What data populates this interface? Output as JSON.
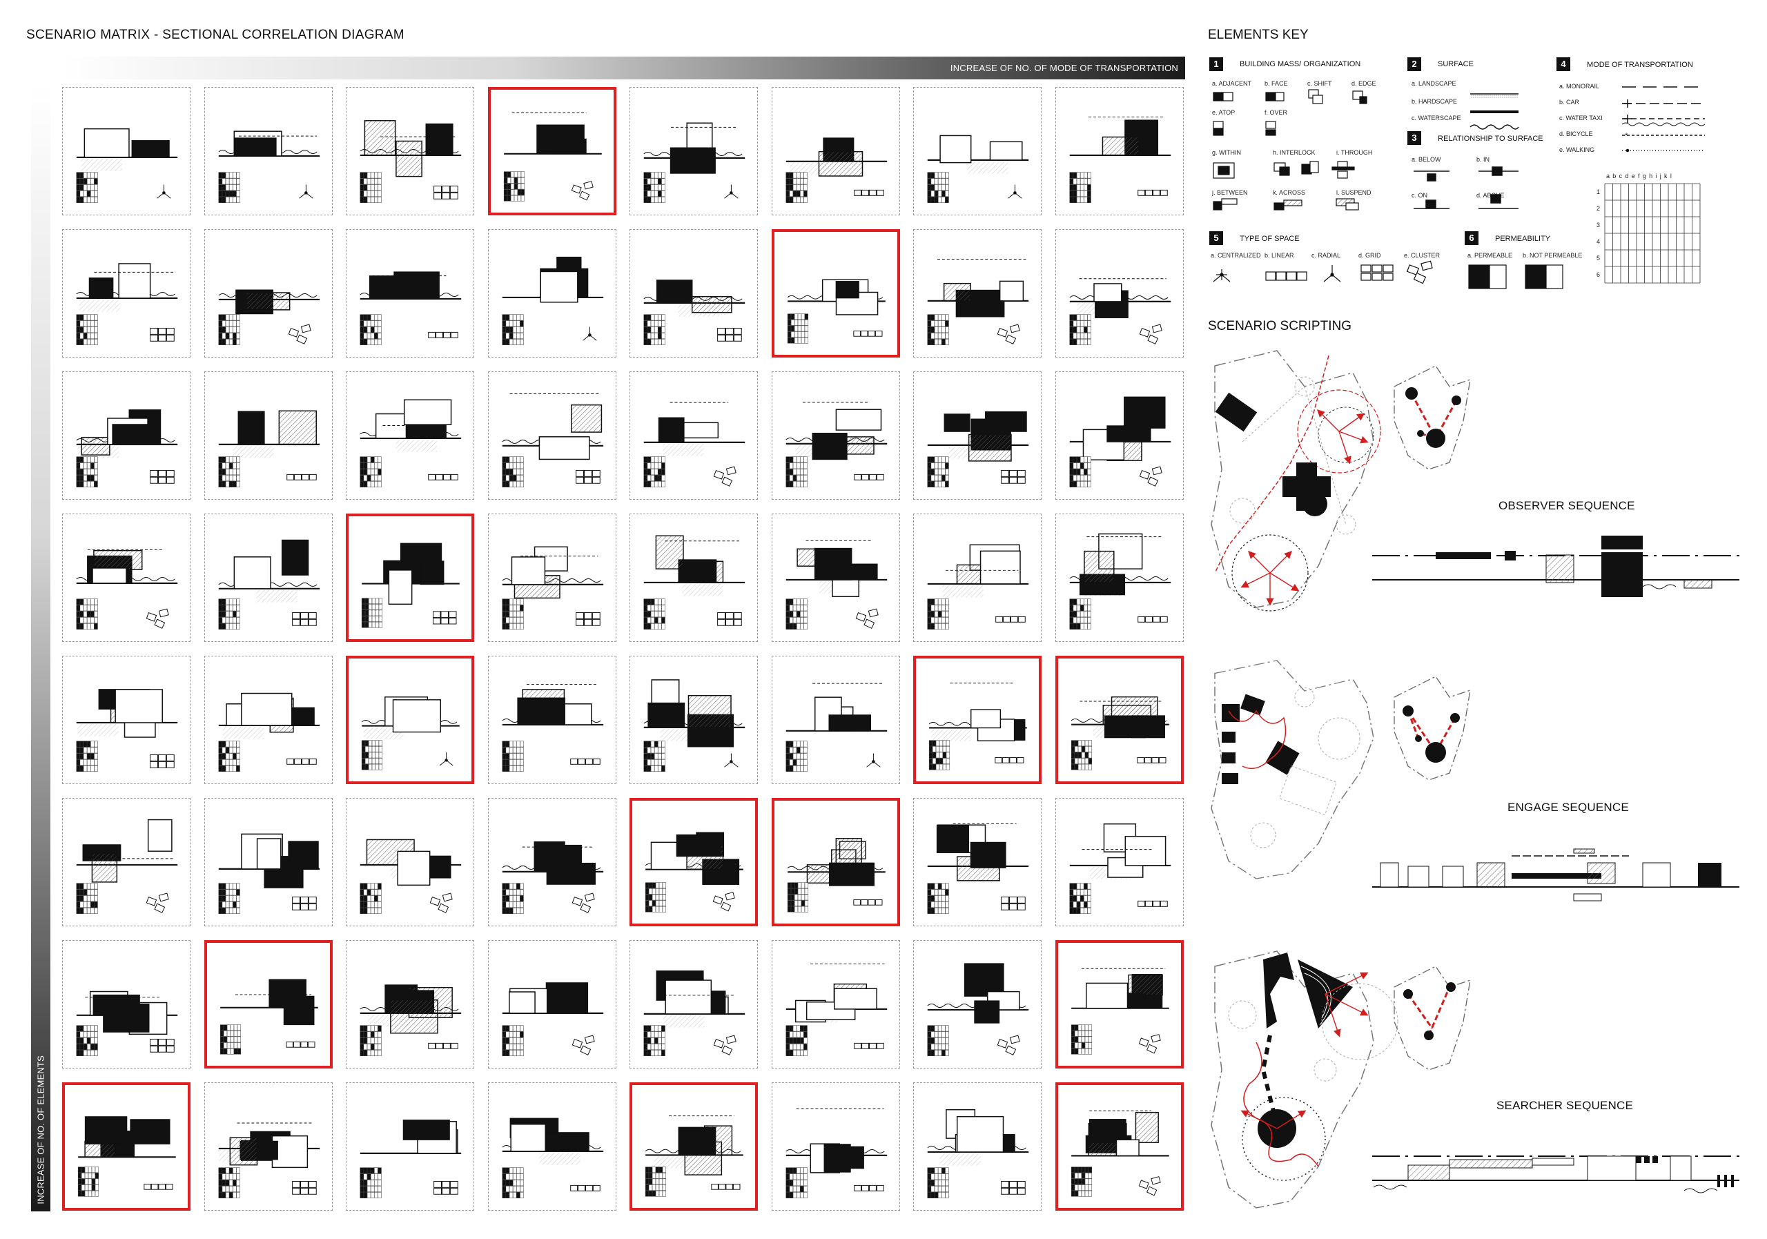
{
  "page_title": "SCENARIO MATRIX - SECTIONAL CORRELATION DIAGRAM",
  "x_axis_label": "INCREASE OF NO. OF MODE OF TRANSPORTATION",
  "y_axis_label": "INCREASE OF NO. OF ELEMENTS",
  "matrix": {
    "rows": 8,
    "cols": 8,
    "highlight_color": "#e02020",
    "selected_cells": [
      [
        0,
        3
      ],
      [
        1,
        5
      ],
      [
        3,
        2
      ],
      [
        4,
        2
      ],
      [
        4,
        6
      ],
      [
        4,
        7
      ],
      [
        5,
        4
      ],
      [
        5,
        5
      ],
      [
        6,
        1
      ],
      [
        6,
        7
      ],
      [
        7,
        0
      ],
      [
        7,
        4
      ],
      [
        7,
        7
      ]
    ]
  },
  "elements_key": {
    "title": "ELEMENTS KEY",
    "sections": [
      {
        "num": "1",
        "title": "BUILDING MASS/ ORGANIZATION",
        "items": [
          "a. ADJACENT",
          "b. FACE",
          "c. SHIFT",
          "d. EDGE",
          "e. ATOP",
          "f. OVER",
          "g. WITHIN",
          "h. INTERLOCK",
          "i. THROUGH",
          "j. BETWEEN",
          "k. ACROSS",
          "l. SUSPEND"
        ]
      },
      {
        "num": "2",
        "title": "SURFACE",
        "items": [
          "a. LANDSCAPE",
          "b. HARDSCAPE",
          "c. WATERSCAPE"
        ]
      },
      {
        "num": "3",
        "title": "RELATIONSHIP TO SURFACE",
        "items": [
          "a. BELOW",
          "b. IN",
          "c. ON",
          "d. ABOVE"
        ]
      },
      {
        "num": "4",
        "title": "MODE OF TRANSPORTATION",
        "items": [
          "a. MONORAIL",
          "b. CAR",
          "c. WATER TAXI",
          "d. BICYCLE",
          "e. WALKING"
        ]
      },
      {
        "num": "5",
        "title": "TYPE OF SPACE",
        "items": [
          "a. CENTRALIZED",
          "b. LINEAR",
          "c. RADIAL",
          "d. GRID",
          "e. CLUSTER"
        ]
      },
      {
        "num": "6",
        "title": "PERMEABILITY",
        "items": [
          "a. PERMEABLE",
          "b. NOT PERMEABLE"
        ]
      }
    ],
    "grid_cols": [
      "a",
      "b",
      "c",
      "d",
      "e",
      "f",
      "g",
      "h",
      "i",
      "j",
      "k",
      "l"
    ],
    "grid_rows": [
      "1",
      "2",
      "3",
      "4",
      "5",
      "6"
    ]
  },
  "scenario_scripting": {
    "title": "SCENARIO SCRIPTING",
    "sequences": [
      "OBSERVER SEQUENCE",
      "ENGAGE SEQUENCE",
      "SEARCHER SEQUENCE"
    ]
  }
}
